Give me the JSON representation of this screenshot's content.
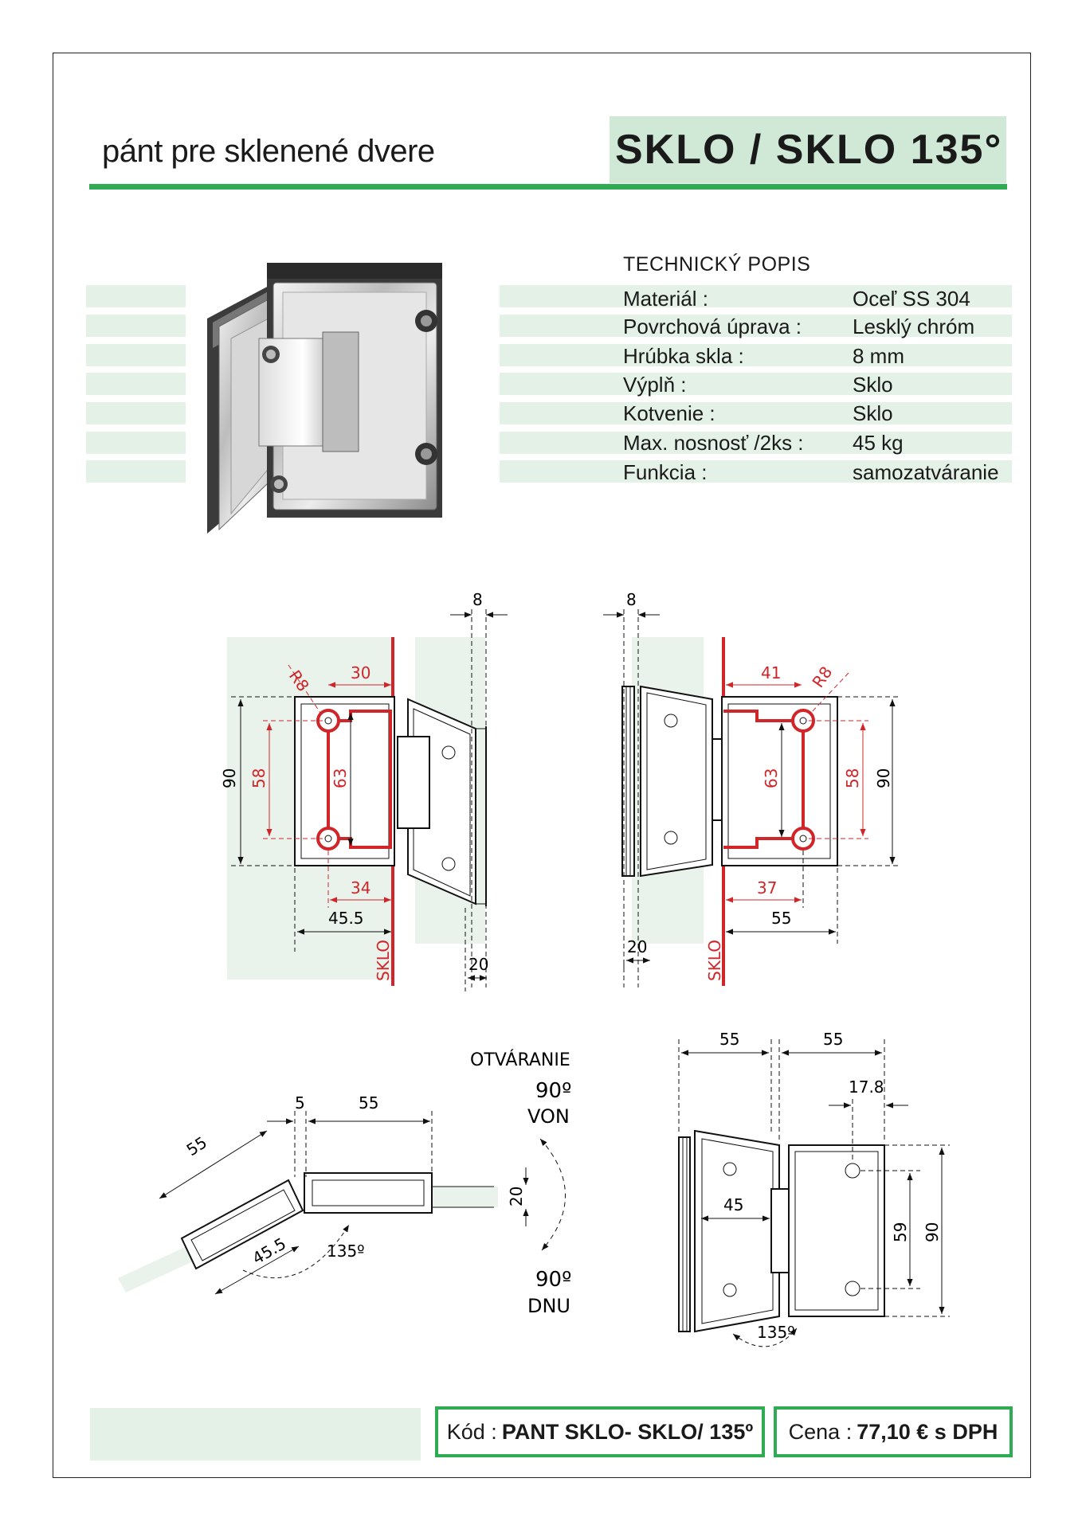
{
  "header": {
    "subtitle": "pánt pre sklenené dvere",
    "title": "SKLO / SKLO  135°"
  },
  "specs": {
    "heading": "TECHNICKÝ POPIS",
    "rows": [
      {
        "label": "Materiál :",
        "value": "Oceľ SS 304"
      },
      {
        "label": "Povrchová úprava :",
        "value": "Lesklý chróm"
      },
      {
        "label": "Hrúbka skla :",
        "value": "8 mm"
      },
      {
        "label": "Výplň :",
        "value": "Sklo"
      },
      {
        "label": "Kotvenie :",
        "value": "Sklo"
      },
      {
        "label": "Max. nosnosť /2ks :",
        "value": "45 kg"
      },
      {
        "label": "Funkcia :",
        "value": "samozatváranie"
      }
    ]
  },
  "drawing_left": {
    "dim_top": "8",
    "dim_r": "R8",
    "dim_30": "30",
    "dim_90": "90",
    "dim_58": "58",
    "dim_63": "63",
    "dim_34": "34",
    "dim_455": "45.5",
    "dim_20": "20",
    "glass": "SKLO"
  },
  "drawing_right": {
    "dim_top": "8",
    "dim_41": "41",
    "dim_r": "R8",
    "dim_63": "63",
    "dim_58": "58",
    "dim_90": "90",
    "dim_37": "37",
    "dim_55": "55",
    "dim_20": "20",
    "glass": "SKLO"
  },
  "drawing_plan": {
    "dim_5": "5",
    "dim_55a": "55",
    "dim_55b": "55",
    "dim_20": "20",
    "dim_455": "45.5",
    "angle": "135º",
    "opening": "OTVÁRANIE",
    "out_deg": "90º",
    "out_label": "VON",
    "in_deg": "90º",
    "in_label": "DNU"
  },
  "drawing_front": {
    "dim_55a": "55",
    "dim_55b": "55",
    "dim_178": "17.8",
    "dim_45": "45",
    "dim_59": "59",
    "dim_90": "90",
    "angle": "135º"
  },
  "footer": {
    "code_label": "Kód :",
    "code_value": "PANT SKLO- SKLO/ 135º",
    "price_label": "Cena :",
    "price_value": "77,10 € s DPH"
  },
  "colors": {
    "accent_green": "#2eab53",
    "band_green": "#e3f1e7",
    "title_green": "#cfe9d6",
    "dim_red": "#d0262a"
  }
}
